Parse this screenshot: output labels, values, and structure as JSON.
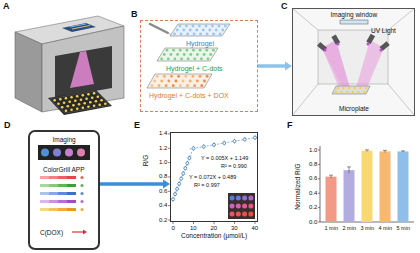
{
  "diagram": {
    "nodes": [
      {
        "text": [
          "Hydrogel",
          "Hydrogel + C-dots",
          "Hydrogel + C-dots + DOX"
        ]
      },
      {
        "text": [
          "Imaging window",
          "UV Light",
          "Microplate"
        ]
      },
      {
        "text": [
          "Imaging",
          "ColorGrill APP",
          "C(DOX)"
        ]
      },
      {
        "text": [
          "Y = 0.072X + 0.489",
          "R² = 0.997",
          "Y = 0.005X + 1.149",
          "R² = 0.990"
        ]
      }
    ],
    "edges": [
      {
        "from": 0,
        "to": 1,
        "arrow": "to"
      },
      {
        "from": 2,
        "to": 3,
        "arrow": "to"
      }
    ],
    "labels": [
      "A",
      "B",
      "C",
      "D",
      "E",
      "F",
      "0.2",
      "0.4",
      "0.6",
      "0.8",
      "1.0",
      "1.2",
      "1.4",
      "0",
      "10",
      "20",
      "30",
      "40",
      "R/G",
      "Concentration (μmol/L)",
      "0.0",
      "0.2",
      "0.4",
      "0.6",
      "0.8",
      "1.0",
      "1 min",
      "2 min",
      "3 min",
      "4 min",
      "5 min",
      "Normalized R/G"
    ]
  }
}
